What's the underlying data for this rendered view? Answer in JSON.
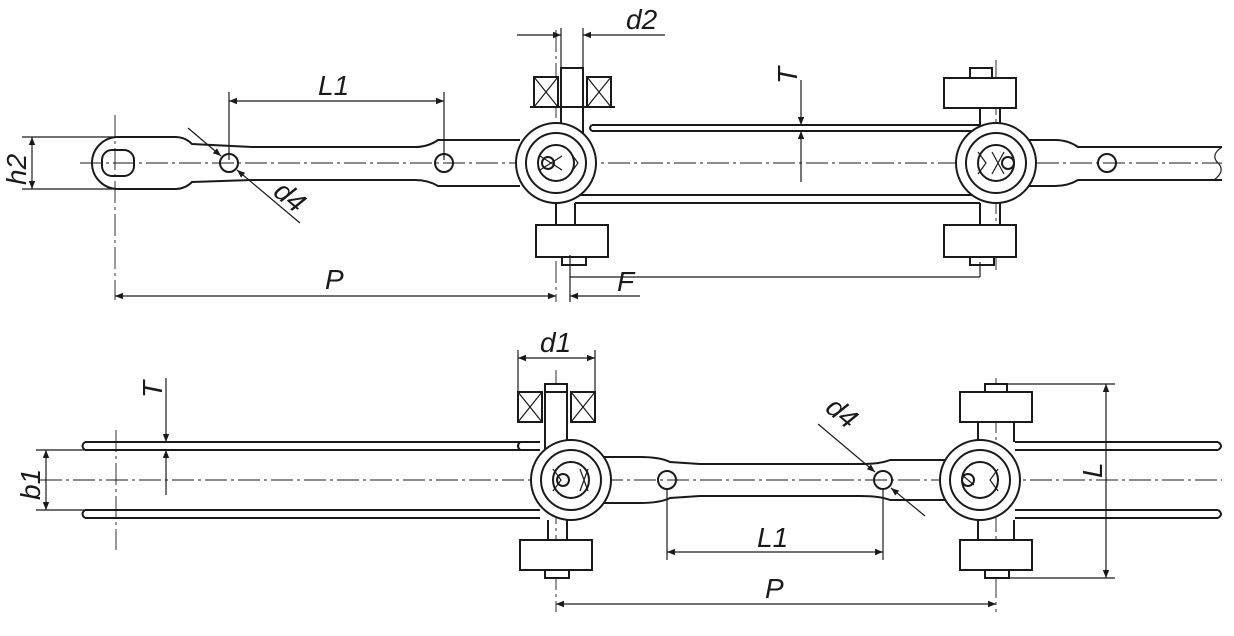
{
  "labels": {
    "top_d2": "d2",
    "top_L1": "L1",
    "top_T": "T",
    "top_h2": "h2",
    "top_d4": "d4",
    "top_P": "P",
    "top_F": "F",
    "bot_d1": "d1",
    "bot_T": "T",
    "bot_b1": "b1",
    "bot_d4": "d4",
    "bot_L1": "L1",
    "bot_P": "P",
    "bot_L": "L"
  }
}
